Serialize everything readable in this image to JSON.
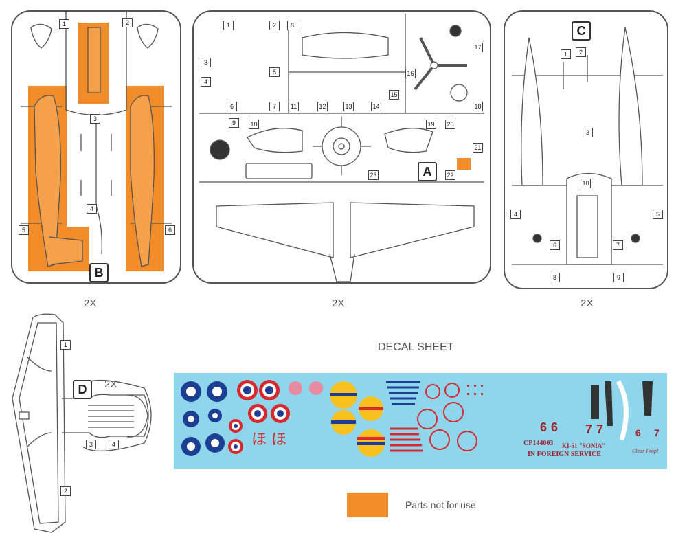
{
  "sprues": {
    "B": {
      "letter": "B",
      "qty": "2X"
    },
    "A": {
      "letter": "A",
      "qty": "2X"
    },
    "C": {
      "letter": "C",
      "qty": "2X"
    },
    "D": {
      "letter": "D",
      "qty": "2X"
    }
  },
  "sprue_b_numbers": [
    "1",
    "2",
    "3",
    "4",
    "5",
    "6"
  ],
  "sprue_a_numbers": [
    "1",
    "2",
    "3",
    "4",
    "5",
    "6",
    "7",
    "8",
    "9",
    "10",
    "11",
    "12",
    "13",
    "14",
    "15",
    "16",
    "17",
    "18",
    "19",
    "20",
    "21",
    "22",
    "23"
  ],
  "sprue_c_numbers": [
    "1",
    "2",
    "3",
    "4",
    "5",
    "6",
    "7",
    "8",
    "9",
    "10"
  ],
  "sprue_d_numbers": [
    "1",
    "2",
    "3",
    "4"
  ],
  "decal_sheet": {
    "title": "DECAL SHEET",
    "code": "CP144003",
    "model": "KI-51 \"SONIA\"",
    "subtitle": "IN FOREIGN SERVICE",
    "brand_script": "Clear Prop!",
    "kana": [
      "ほ",
      "ほ"
    ],
    "numbers": [
      "6",
      "6",
      "7",
      "7",
      "6",
      "7"
    ]
  },
  "legend": {
    "label": "Parts not for use",
    "color": "#f28c28"
  },
  "colors": {
    "outline": "#555555",
    "orange": "#f28c28",
    "decal_bg": "#8fd6ec",
    "roc_blue": "#1c3f94",
    "red": "#d6282d"
  }
}
